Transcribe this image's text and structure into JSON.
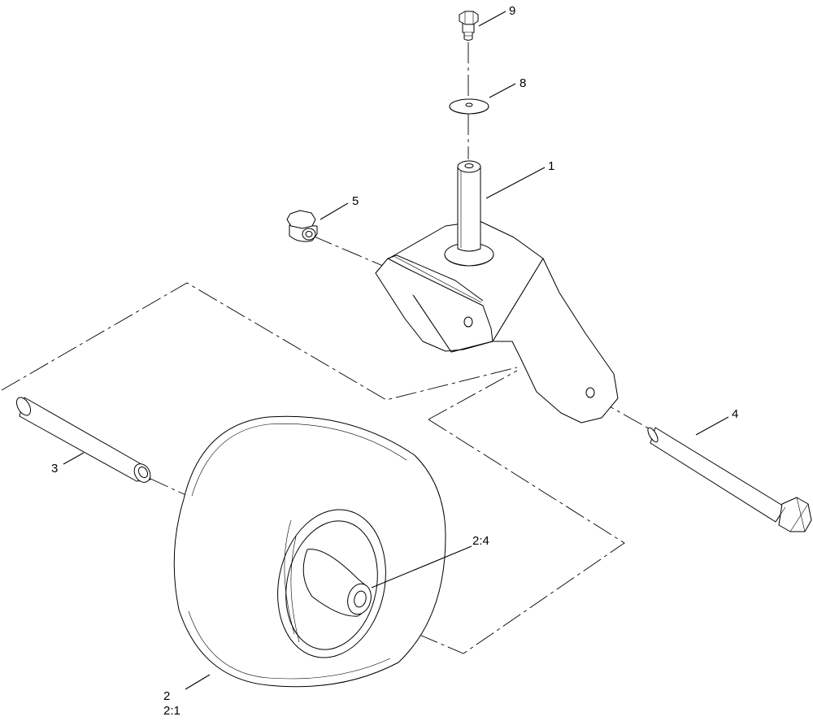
{
  "callouts": {
    "c1": "1",
    "c2": "2",
    "c2_1": "2:1",
    "c2_4": "2:4",
    "c3": "3",
    "c4": "4",
    "c5": "5",
    "c8": "8",
    "c9": "9"
  }
}
